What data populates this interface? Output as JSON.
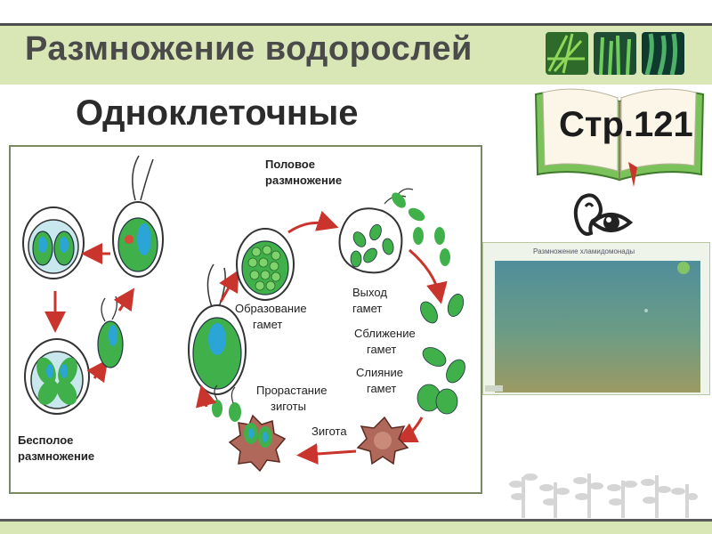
{
  "slide": {
    "title": "Размножение водорослей",
    "subtitle": "Одноклеточные",
    "page_ref": "Стр.121"
  },
  "diagram": {
    "sexual_label_1": "Половое",
    "sexual_label_2": "размножение",
    "asexual_label_1": "Бесполое",
    "asexual_label_2": "размножение",
    "gamete_formation_1": "Образование",
    "gamete_formation_2": "гамет",
    "gamete_exit_1": "Выход",
    "gamete_exit_2": "гамет",
    "approach_1": "Сближение",
    "approach_2": "гамет",
    "fusion_1": "Слияние",
    "fusion_2": "гамет",
    "germination_1": "Прорастание",
    "germination_2": "зиготы",
    "zygote": "Зигота"
  },
  "video": {
    "title": "Размножение хламидомонады"
  },
  "icons": [
    "eye-ear-icon",
    "open-book-icon",
    "plant-decoration-icon"
  ],
  "colors": {
    "band": "#d9e6b5",
    "cell_green": "#3fb04a",
    "nucleus_blue": "#2aa5d6",
    "arrow_red": "#c9342c"
  }
}
